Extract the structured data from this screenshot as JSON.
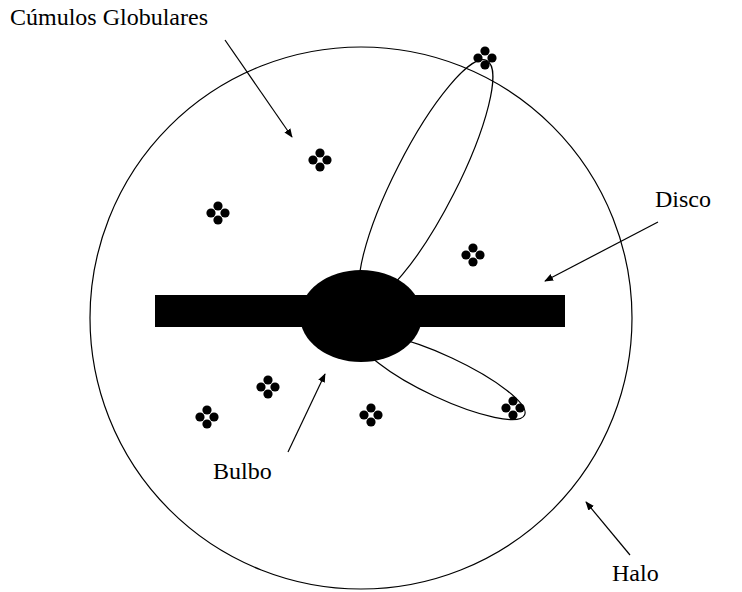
{
  "diagram": {
    "labels": [
      "Cúmulos Globulares",
      "Disco",
      "Bulbo",
      "Halo"
    ]
  }
}
